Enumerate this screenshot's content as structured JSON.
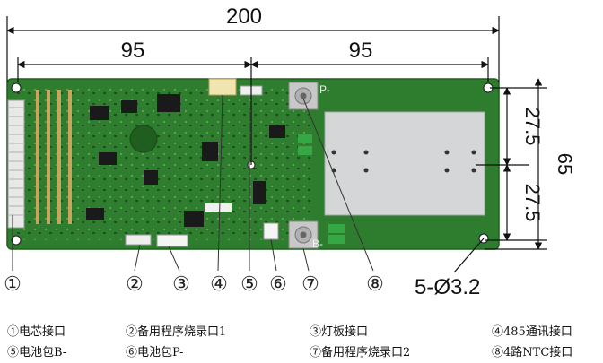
{
  "dimensions": {
    "overall_width": "200",
    "left_half": "95",
    "right_half": "95",
    "upper_half_height": "27.5",
    "lower_half_height": "27.5",
    "overall_height": "65",
    "mount_hole": "5-Ø3.2"
  },
  "board": {
    "silk_top": "P-",
    "silk_bottom": "B-",
    "color": "#2e7d2e",
    "heatsink_color": "#d4d6d8"
  },
  "callouts": [
    "①",
    "②",
    "③",
    "④",
    "⑤",
    "⑥",
    "⑦",
    "⑧"
  ],
  "legend": [
    {
      "num": "①",
      "text": "电芯接口"
    },
    {
      "num": "②",
      "text": "备用程序烧录口1"
    },
    {
      "num": "③",
      "text": "灯板接口"
    },
    {
      "num": "④",
      "text": "485通讯接口"
    },
    {
      "num": "⑤",
      "text": "电池包B-"
    },
    {
      "num": "⑥",
      "text": "电池包P-"
    },
    {
      "num": "⑦",
      "text": "备用程序烧录口2"
    },
    {
      "num": "⑧",
      "text": "4路NTC接口"
    }
  ]
}
